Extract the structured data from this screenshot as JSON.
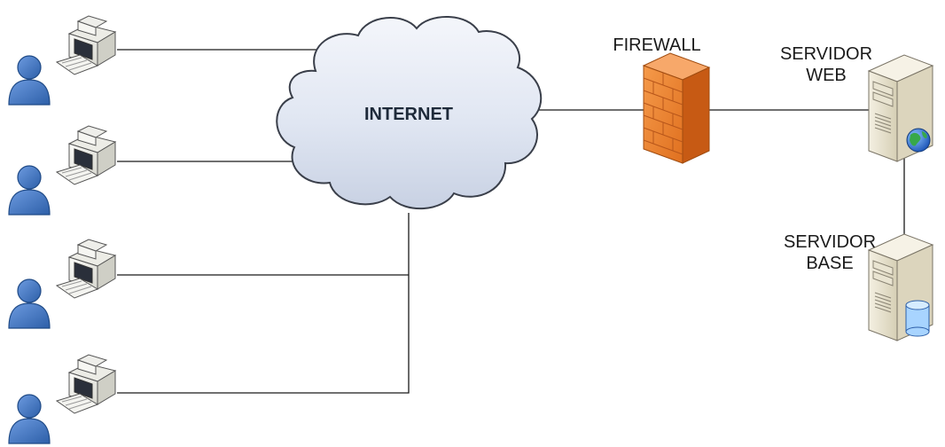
{
  "diagram": {
    "nodes": {
      "internet": "INTERNET",
      "firewall": "FIREWALL",
      "web_server": [
        "SERVIDOR",
        "WEB"
      ],
      "db_server": [
        "SERVIDOR",
        "BASE"
      ]
    },
    "clients": [
      "user-1",
      "user-2",
      "user-3",
      "user-4"
    ],
    "colors": {
      "line": "#1a1a1a",
      "cloud_fill": "#dfe6f3",
      "cloud_stroke": "#3a3f4a",
      "user_fill": "#3f73c1",
      "firewall_fill": "#ef8a3c",
      "server_fill": "#ece6d2",
      "globe_fill": "#2f6fd0",
      "db_fill": "#9fd0ff"
    },
    "icons": {
      "cloud": "cloud-icon",
      "user": "user-icon",
      "computer": "computer-icon",
      "firewall": "firewall-icon",
      "server": "server-icon",
      "globe": "globe-icon",
      "database": "database-icon"
    }
  }
}
